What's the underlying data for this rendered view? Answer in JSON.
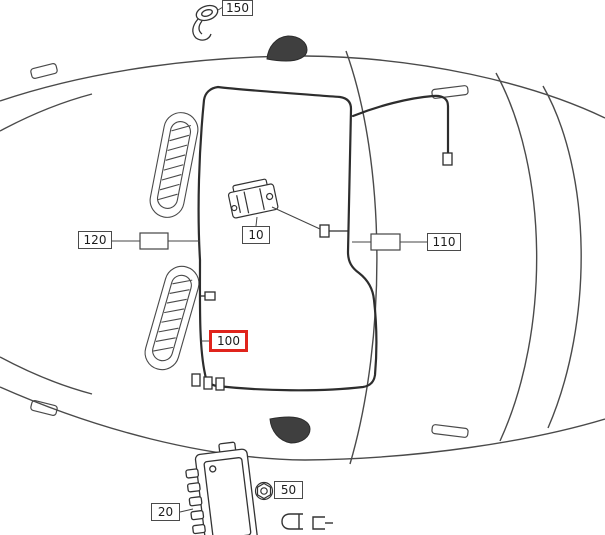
{
  "diagram": {
    "type": "vehicle-parts-diagram",
    "description": "Top view of car body with interior wiring harness routing and numbered part callouts",
    "callouts": [
      {
        "label": "150",
        "part": "harness-clip",
        "highlighted": false
      },
      {
        "label": "120",
        "part": "harness-section-left",
        "highlighted": false
      },
      {
        "label": "10",
        "part": "bracket-module",
        "highlighted": false
      },
      {
        "label": "110",
        "part": "harness-section-right",
        "highlighted": false
      },
      {
        "label": "100",
        "part": "harness-branch-connectors",
        "highlighted": true
      },
      {
        "label": "50",
        "part": "hex-nut",
        "highlighted": false
      },
      {
        "label": "20",
        "part": "control-unit",
        "highlighted": false
      }
    ],
    "colors": {
      "background": "#ffffff",
      "line": "#3d3d3d",
      "harness_line": "#2d2d2d",
      "label_border": "#4a4a4a",
      "highlight": "#e0241c"
    }
  }
}
